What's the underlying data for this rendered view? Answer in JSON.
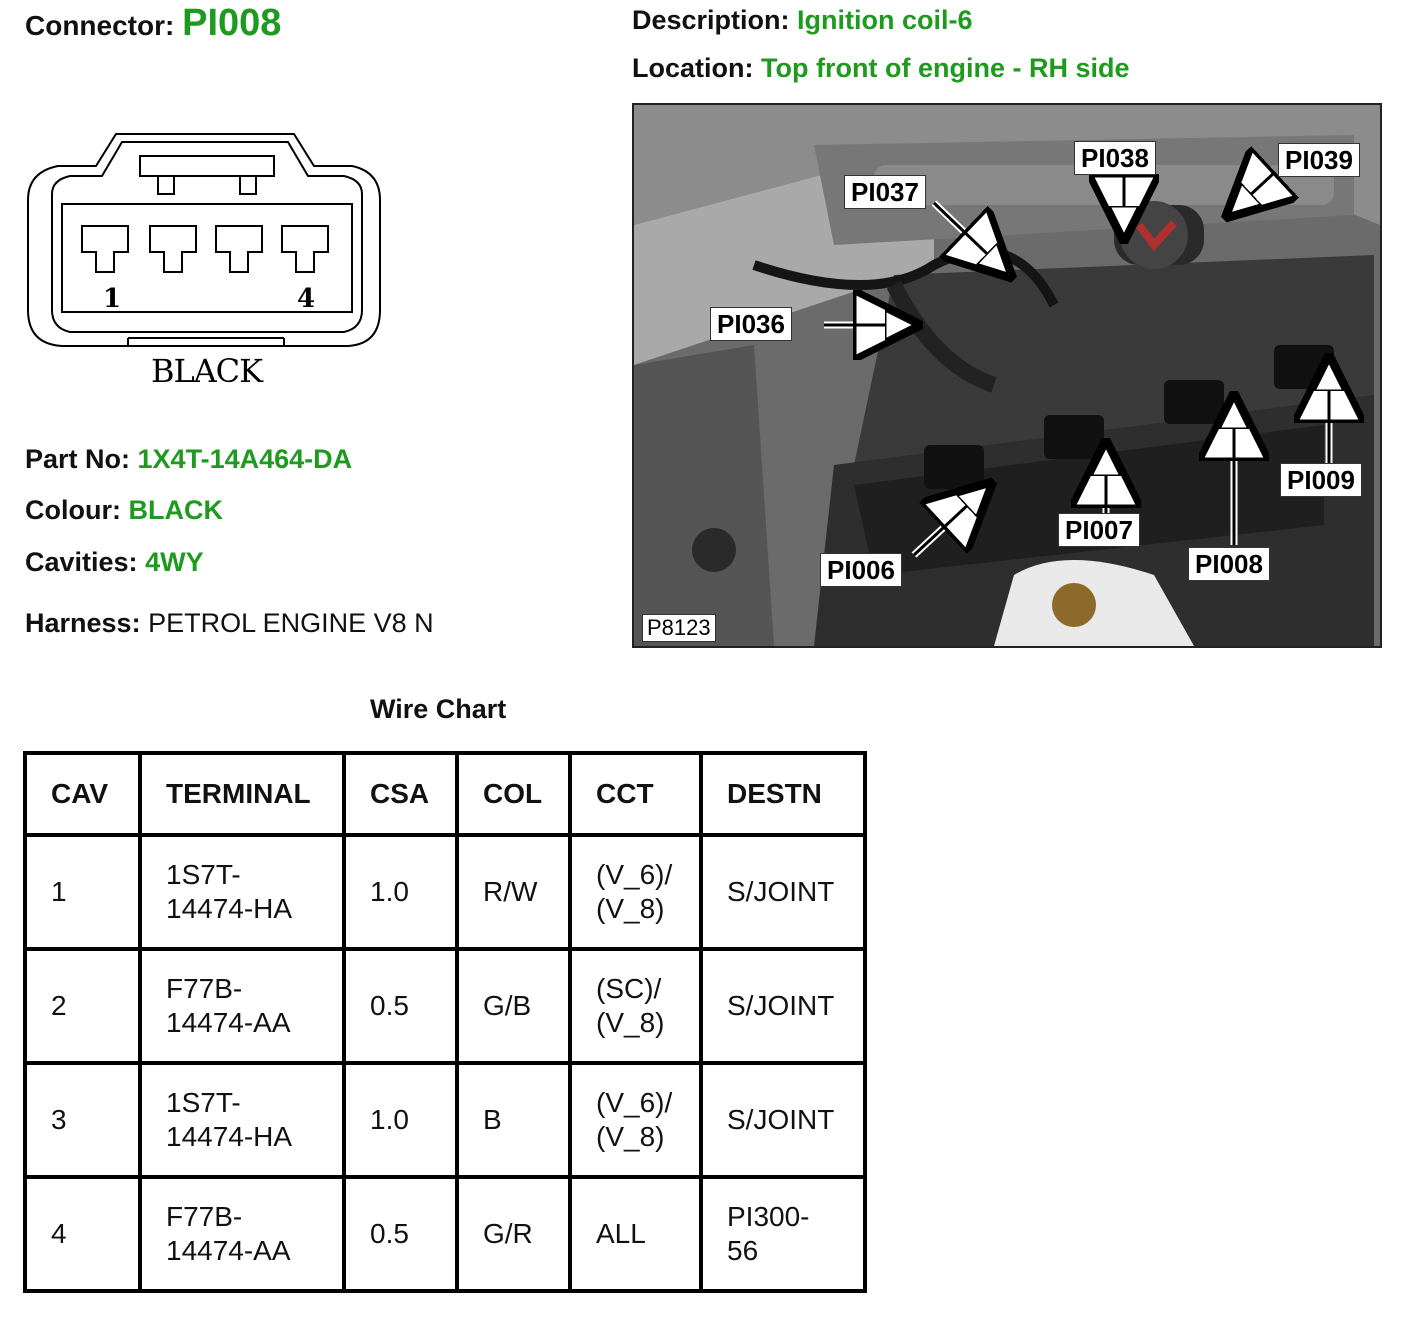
{
  "header": {
    "connector_label": "Connector:",
    "connector_value": "PI008",
    "description_label": "Description:",
    "description_value": "Ignition coil-6",
    "location_label": "Location:",
    "location_value": "Top front of engine - RH side"
  },
  "diagram": {
    "pin_first": "1",
    "pin_last": "4",
    "color_text": "BLACK"
  },
  "info": {
    "part_label": "Part No:",
    "part_value": "1X4T-14A464-DA",
    "colour_label": "Colour:",
    "colour_value": "BLACK",
    "cavities_label": "Cavities:",
    "cavities_value": "4WY",
    "harness_label": "Harness:",
    "harness_value": "PETROL ENGINE V8 N"
  },
  "photo": {
    "code": "P8123",
    "callouts": [
      "PI037",
      "PI038",
      "PI039",
      "PI036",
      "PI009",
      "PI007",
      "PI006",
      "PI008"
    ]
  },
  "wire_chart": {
    "title": "Wire Chart",
    "headers": [
      "CAV",
      "TERMINAL",
      "CSA",
      "COL",
      "CCT",
      "DESTN"
    ],
    "rows": [
      {
        "cav": "1",
        "terminal_1": "1S7T-",
        "terminal_2": "14474-HA",
        "csa": "1.0",
        "col": "R/W",
        "cct_1": "(V_6)/",
        "cct_2": "(V_8)",
        "destn_1": "S/JOINT",
        "destn_2": ""
      },
      {
        "cav": "2",
        "terminal_1": "F77B-",
        "terminal_2": "14474-AA",
        "csa": "0.5",
        "col": "G/B",
        "cct_1": "(SC)/",
        "cct_2": "(V_8)",
        "destn_1": "S/JOINT",
        "destn_2": ""
      },
      {
        "cav": "3",
        "terminal_1": "1S7T-",
        "terminal_2": "14474-HA",
        "csa": "1.0",
        "col": "B",
        "cct_1": "(V_6)/",
        "cct_2": "(V_8)",
        "destn_1": "S/JOINT",
        "destn_2": ""
      },
      {
        "cav": "4",
        "terminal_1": "F77B-",
        "terminal_2": "14474-AA",
        "csa": "0.5",
        "col": "G/R",
        "cct_1": "ALL",
        "cct_2": "",
        "destn_1": "PI300-",
        "destn_2": "56"
      }
    ]
  },
  "colors": {
    "accent_green": "#1e9a1e"
  }
}
